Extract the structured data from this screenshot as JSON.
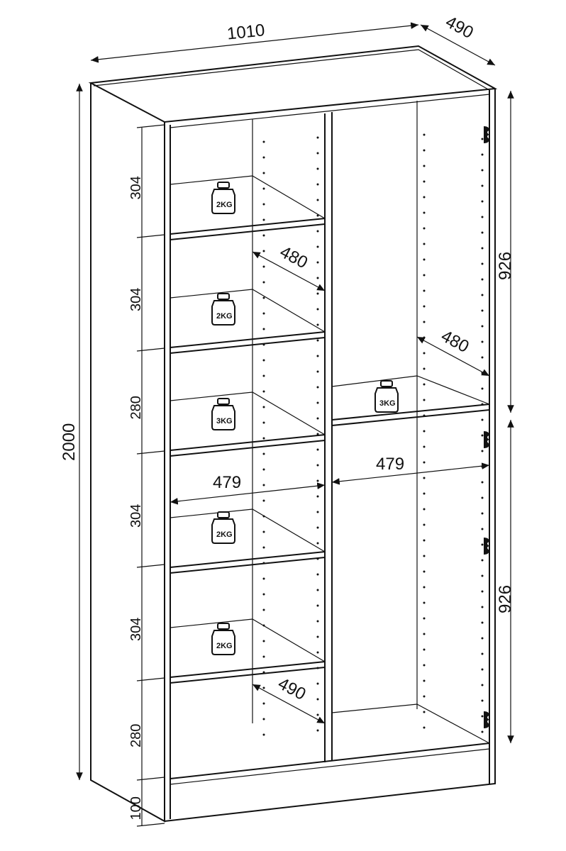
{
  "dimensions": {
    "width": "1010",
    "depth": "490",
    "height": "2000",
    "left_column_gaps": [
      "304",
      "304",
      "280",
      "304",
      "304",
      "280",
      "100"
    ],
    "right_column_gaps": [
      "926",
      "926"
    ],
    "shelf_depth_upper": "480",
    "shelf_depth_right": "480",
    "shelf_depth_lower": "490",
    "left_inner_width": "479",
    "right_inner_width": "479"
  },
  "weights": {
    "left_shelves": [
      "2KG",
      "2KG",
      "3KG",
      "2KG",
      "2KG"
    ],
    "right_shelf": "3KG"
  }
}
